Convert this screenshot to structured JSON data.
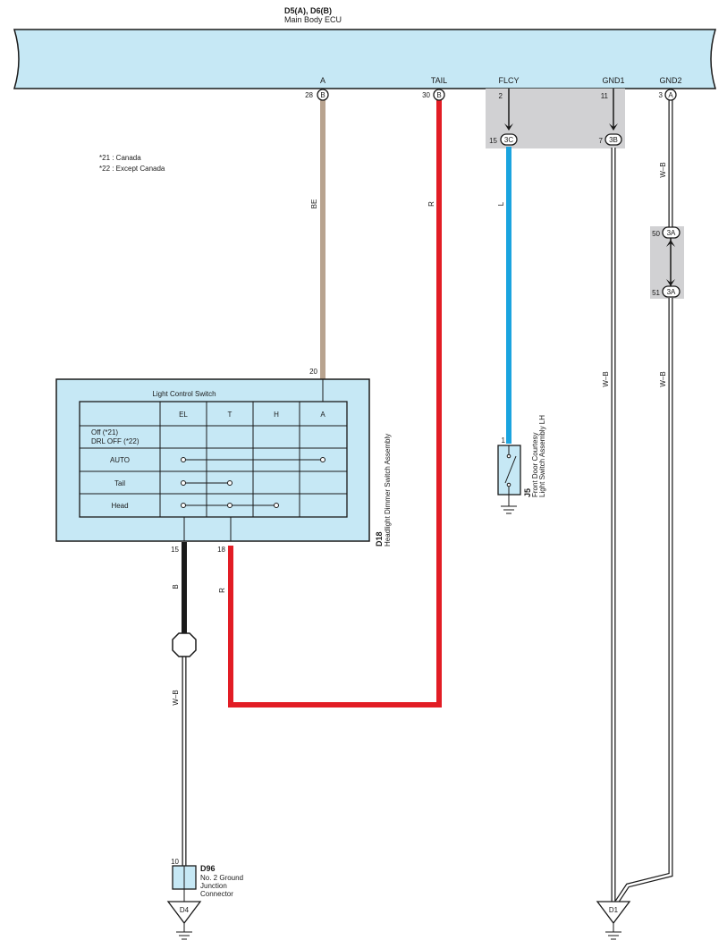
{
  "ecu": {
    "code": "D5(A), D6(B)",
    "name": "Main Body ECU",
    "terminals": {
      "a": "A",
      "tail": "TAIL",
      "flcy": "FLCY",
      "gnd1": "GND1",
      "gnd2": "GND2"
    },
    "pins": {
      "a": "28",
      "tail": "30",
      "flcy": "2",
      "flcy_jc": "15",
      "gnd1": "11",
      "gnd1_jc": "7",
      "gnd2": "3"
    },
    "connectors": {
      "a": "B",
      "tail": "B",
      "flcy_jc": "3C",
      "gnd1_jc": "3B",
      "gnd2": "A"
    }
  },
  "notes": {
    "note1": "*21 : Canada",
    "note2": "*22 : Except Canada"
  },
  "wires": {
    "a": "BE",
    "tail": "R",
    "flcy": "L",
    "gnd1": "W–B",
    "gnd2_upper": "W–B",
    "gnd2_lower": "W–B",
    "sw15": "B",
    "sw18": "R",
    "ground_lower": "W–B"
  },
  "splice": {
    "pin_top": "50",
    "pin_bottom": "51",
    "connector": "3A"
  },
  "switch": {
    "title": "Light Control Switch",
    "columns": [
      "EL",
      "T",
      "H",
      "A"
    ],
    "rows": [
      "Off (*21)",
      "DRL OFF (*22)",
      "AUTO",
      "Tail",
      "Head"
    ],
    "pin_top": "20",
    "pin_15": "15",
    "pin_18": "18",
    "code": "D18",
    "name": "Headlight Dimmer Switch Assembly"
  },
  "door_switch": {
    "pin": "1",
    "code": "J5",
    "name_line1": "Front Door Courtesy",
    "name_line2": "Light Switch Assembly LH"
  },
  "ground_connector": {
    "pin": "10",
    "code": "D96",
    "name_line1": "No. 2 Ground",
    "name_line2": "Junction",
    "name_line3": "Connector"
  },
  "grounds": {
    "left": "D4",
    "right": "D1"
  },
  "colors": {
    "ecu_fill": "#c6e8f5",
    "wire_beige": "#b8a38f",
    "wire_red": "#e21d25",
    "wire_blue": "#1ba4df",
    "wire_black": "#1a1a1a",
    "junction_gray": "#d1d1d3"
  }
}
